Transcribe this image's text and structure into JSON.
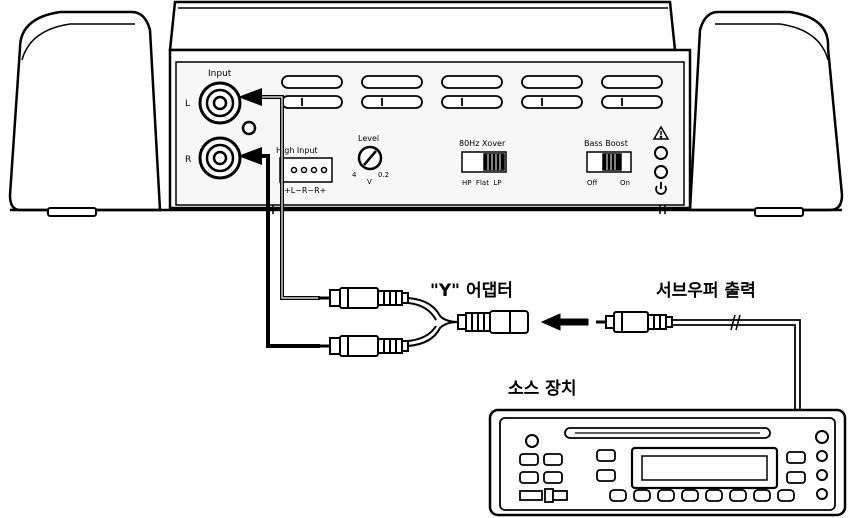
{
  "amp_panel": {
    "input_label": "Input",
    "left_label": "L",
    "right_label": "R",
    "high_input_label": "High Input",
    "high_input_pins": "+L−R−R+",
    "level_label": "Level",
    "level_min": "4",
    "level_unit": "V",
    "level_max": "0.2",
    "xover_label": "80Hz Xover",
    "xover_options": "HP  Flat  LP",
    "bass_boost_label": "Bass Boost",
    "bass_off": "Off",
    "bass_on": "On"
  },
  "callouts": {
    "y_adapter": "\"Y\" 어댑터",
    "subwoofer_output": "서브우퍼 출력",
    "source_unit": "소스 장치"
  },
  "colors": {
    "line": "#000000",
    "background": "#ffffff",
    "panel_fill": "#f7f7f7"
  },
  "icons": [
    "warning-icon",
    "power-icon",
    "arrow-left-icon"
  ]
}
